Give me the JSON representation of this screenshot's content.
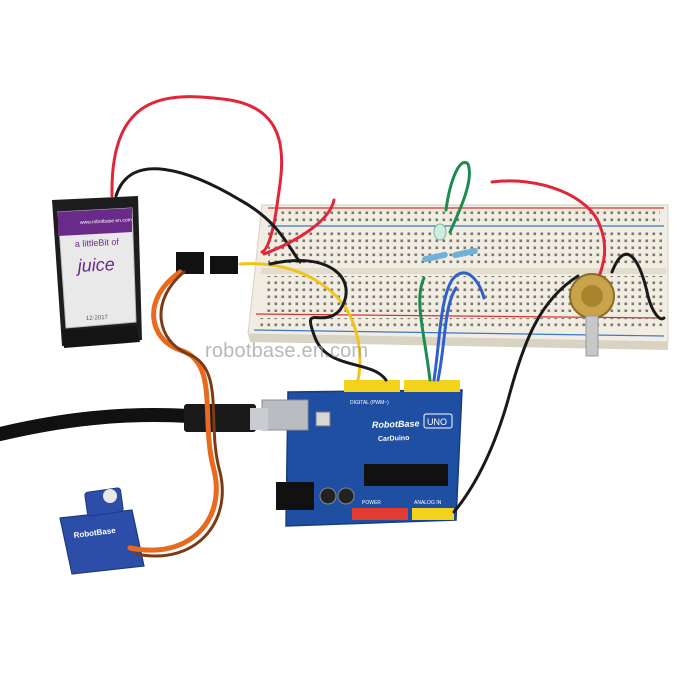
{
  "watermark": {
    "text": "robotbase.en.com"
  },
  "battery": {
    "line1": "a littleBit of",
    "line2": "juice",
    "small_print": "www.robotbase.en.com",
    "date_code": "12-2017",
    "body_color": "#e9e9ea",
    "label_color": "#6a2a8a"
  },
  "board": {
    "brand": "RobotBase",
    "model": "CarDuino",
    "badge": "UNO",
    "analog_label": "ANALOG IN",
    "power_label": "POWER",
    "digital_label": "DIGITAL (PWM~)",
    "pcb_color": "#1e4fa3",
    "header_color": "#f3d21b"
  },
  "servo": {
    "brand": "RobotBase",
    "body_color": "#2c4ea8"
  },
  "wires": {
    "red": "#e2263a",
    "black": "#1a1a1a",
    "yellow": "#f0c419",
    "green": "#1e8c4e",
    "blue": "#2f62c8",
    "orange": "#e86a1e",
    "brown": "#7a3b16"
  },
  "breadboard": {
    "body_color": "#f1ede2",
    "rail_red": "#d9352f",
    "rail_blue": "#3a79c8"
  }
}
